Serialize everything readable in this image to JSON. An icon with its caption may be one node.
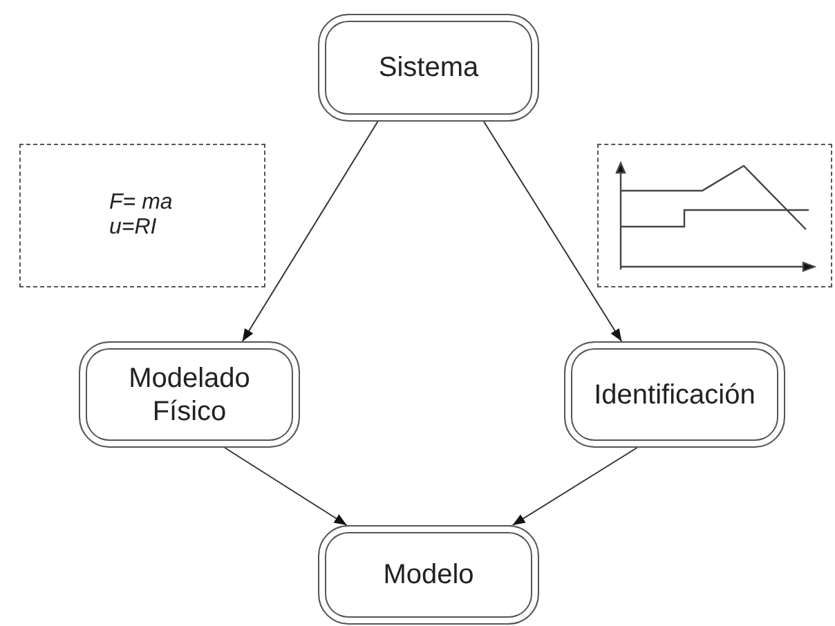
{
  "diagram": {
    "nodes": [
      {
        "text": [
          "Sistema"
        ]
      },
      {
        "text": [
          "F= ma u=RI"
        ]
      },
      {
        "text": [],
        "shape": "picture"
      },
      {
        "text": [
          "Modelado Físico"
        ]
      },
      {
        "text": [
          "Identificación"
        ]
      },
      {
        "text": [
          "Modelo"
        ]
      }
    ],
    "edges": [
      {
        "from": 0,
        "to": 3,
        "arrow": "to"
      },
      {
        "from": 0,
        "to": 4,
        "arrow": "to"
      },
      {
        "from": 3,
        "to": 5,
        "arrow": "to"
      },
      {
        "from": 4,
        "to": 5,
        "arrow": "to"
      }
    ]
  }
}
